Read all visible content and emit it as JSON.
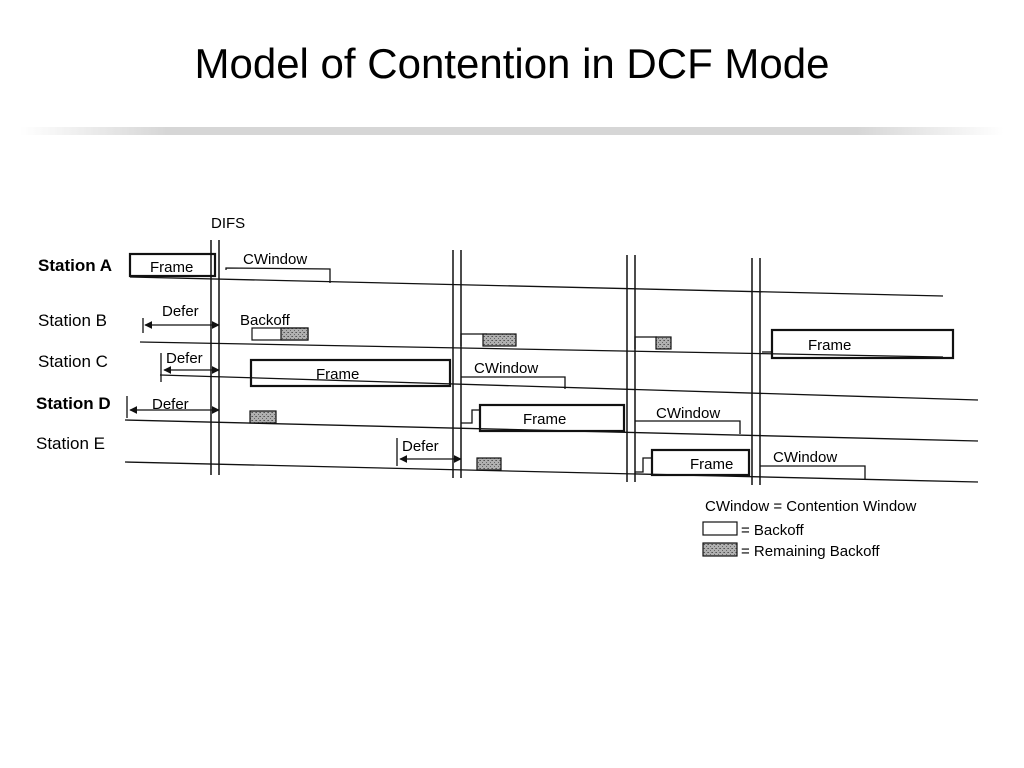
{
  "title": "Model of Contention in DCF Mode",
  "diagram": {
    "difs_label": "DIFS",
    "stations": [
      {
        "id": "A",
        "label": "Station A"
      },
      {
        "id": "B",
        "label": "Station B"
      },
      {
        "id": "C",
        "label": "Station C"
      },
      {
        "id": "D",
        "label": "Station D"
      },
      {
        "id": "E",
        "label": "Station E"
      }
    ],
    "frame_label": "Frame",
    "cwindow_label": "CWindow",
    "defer_label": "Defer",
    "backoff_label": "Backoff",
    "legend": {
      "definition": "CWindow = Contention Window",
      "backoff": "= Backoff",
      "remaining_backoff": "= Remaining Backoff"
    }
  },
  "colors": {
    "ink": "#111111",
    "remaining_fill": "#9a9a9a"
  }
}
